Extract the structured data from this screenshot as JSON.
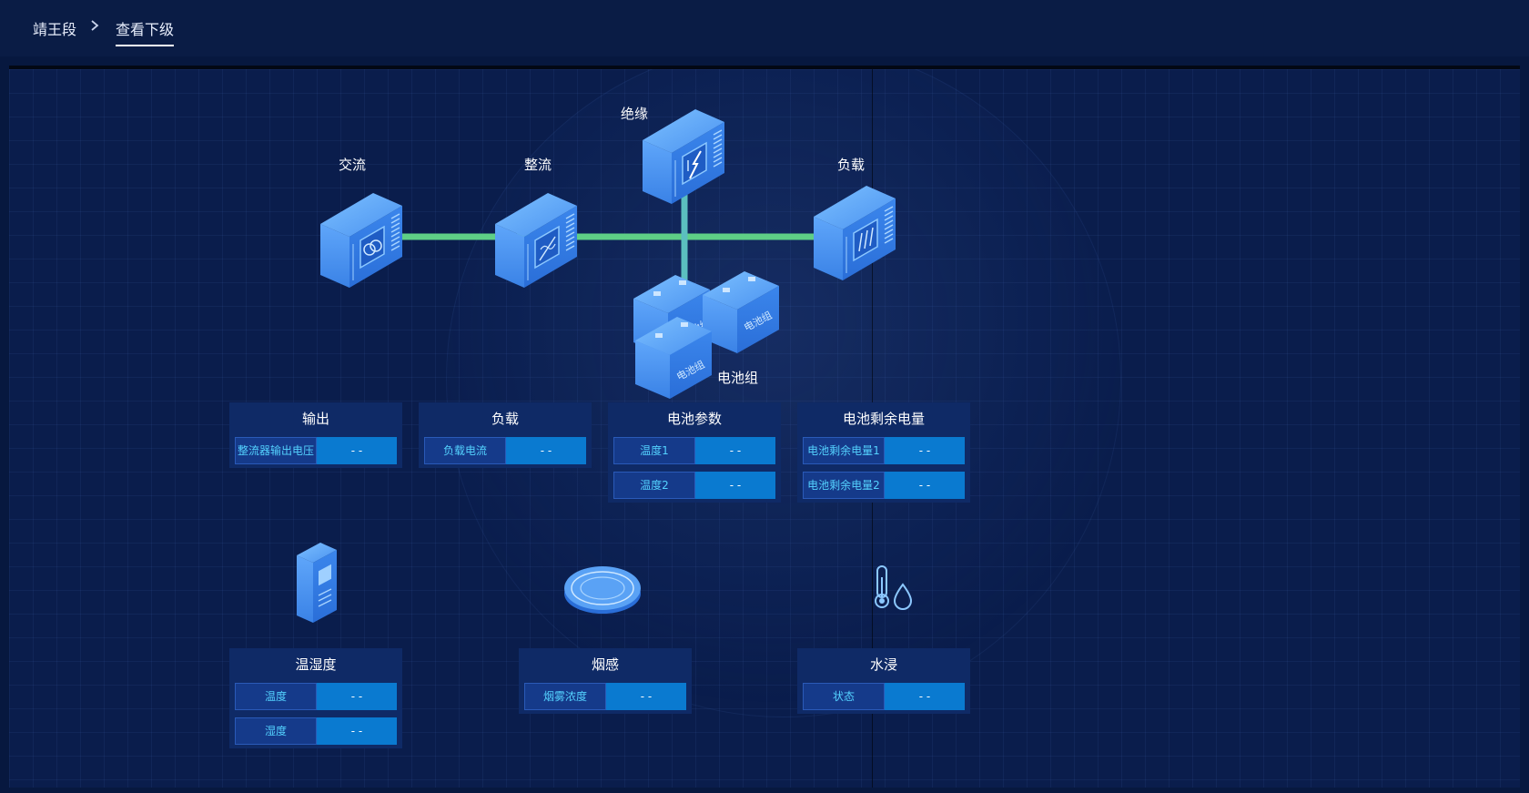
{
  "breadcrumb": {
    "root": "靖王段",
    "current": "查看下级"
  },
  "diagram": {
    "ac_label": "交流",
    "rectifier_label": "整流",
    "insulation_label": "绝缘",
    "load_label": "负载",
    "battery_group_label": "电池组",
    "battery_box_text": "电池组"
  },
  "panels": {
    "output": {
      "title": "输出",
      "rows": [
        {
          "label": "整流器输出电压",
          "value": "- -"
        }
      ]
    },
    "load": {
      "title": "负载",
      "rows": [
        {
          "label": "负载电流",
          "value": "- -"
        }
      ]
    },
    "battery_params": {
      "title": "电池参数",
      "rows": [
        {
          "label": "温度1",
          "value": "- -"
        },
        {
          "label": "温度2",
          "value": "- -"
        }
      ]
    },
    "battery_remaining": {
      "title": "电池剩余电量",
      "rows": [
        {
          "label": "电池剩余电量1",
          "value": "- -"
        },
        {
          "label": "电池剩余电量2",
          "value": "- -"
        }
      ]
    },
    "temp_humidity": {
      "title": "温湿度",
      "rows": [
        {
          "label": "温度",
          "value": "- -"
        },
        {
          "label": "湿度",
          "value": "- -"
        }
      ]
    },
    "smoke": {
      "title": "烟感",
      "rows": [
        {
          "label": "烟雾浓度",
          "value": "- -"
        }
      ]
    },
    "water": {
      "title": "水浸",
      "rows": [
        {
          "label": "状态",
          "value": "- -"
        }
      ]
    }
  },
  "icons": {
    "breadcrumb_sep": "chevron-right-icon",
    "ac": "ac-module-icon",
    "rectifier": "rectifier-module-icon",
    "insulation": "insulation-module-icon",
    "load": "load-module-icon",
    "battery": "battery-box-icon",
    "temp_sensor": "temperature-humidity-sensor-icon",
    "smoke_detector": "smoke-detector-icon",
    "water_sensor": "thermometer-droplet-icon"
  },
  "colors": {
    "background": "#07183f",
    "bus_line": "#5ecf86",
    "link_line": "#5bbfbf",
    "value_cell": "#0a7ad0",
    "label_text": "#54d2ff"
  }
}
